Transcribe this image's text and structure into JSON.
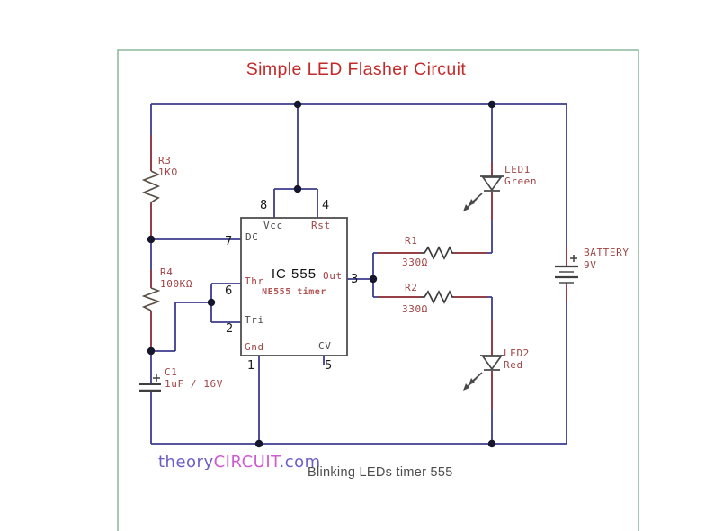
{
  "title": "Simple LED Flasher Circuit",
  "caption": "Blinking LEDs timer 555",
  "watermark": {
    "part1": "theory",
    "part2": "CIRCUIT",
    "part3": ".com"
  },
  "ic": {
    "name": "IC 555",
    "subtitle": "NE555 timer",
    "pins": {
      "vcc": "Vcc",
      "rst": "Rst",
      "dc": "DC",
      "thr": "Thr",
      "tri": "Tri",
      "gnd": "Gnd",
      "out": "Out",
      "cv": "CV"
    },
    "numbers": {
      "n1": "1",
      "n2": "2",
      "n3": "3",
      "n4": "4",
      "n5": "5",
      "n6": "6",
      "n7": "7",
      "n8": "8"
    }
  },
  "components": {
    "r3": {
      "name": "R3",
      "value": "1KΩ"
    },
    "r4": {
      "name": "R4",
      "value": "100KΩ"
    },
    "r1": {
      "name": "R1",
      "value": "330Ω"
    },
    "r2": {
      "name": "R2",
      "value": "330Ω"
    },
    "c1": {
      "name": "C1",
      "value": "1uF / 16V"
    },
    "led1": {
      "name": "LED1",
      "value": "Green"
    },
    "led2": {
      "name": "LED2",
      "value": "Red"
    },
    "battery": {
      "name": "BATTERY",
      "value": "9V"
    }
  },
  "colors": {
    "title_red": "#c32b2b",
    "wire_navy": "#3d3d8f",
    "lead_red": "#9c3a3a",
    "label_red": "#a04343",
    "label_dark": "#4a4a4a",
    "frame_green": "#9cc2aa",
    "watermark_purple": "#6b5ec6",
    "watermark_magenta": "#cf5bd2",
    "caption_gray": "#4c4c4c"
  }
}
